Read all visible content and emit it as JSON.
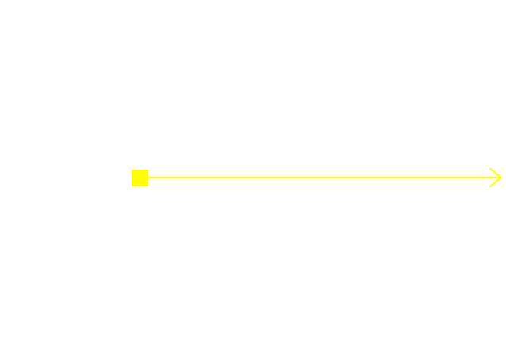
{
  "diagram": {
    "background_color": "#ffffff",
    "connector": {
      "color": "#ffff00",
      "start_marker": "filled-square",
      "end_marker": "open-arrowhead",
      "direction": "left-to-right"
    }
  }
}
